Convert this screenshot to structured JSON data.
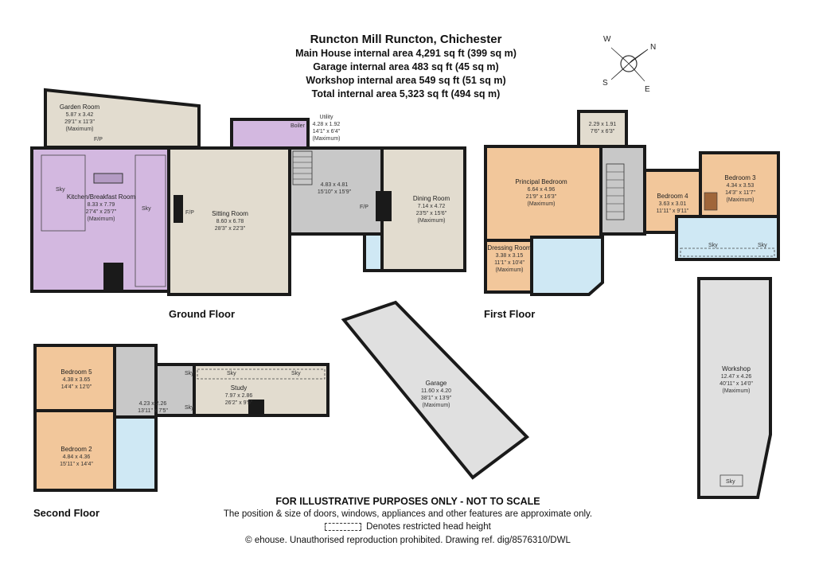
{
  "header": {
    "title": "Runcton Mill Runcton, Chichester",
    "lines": [
      "Main House internal area 4,291 sq ft (399 sq m)",
      "Garage internal area 483 sq ft (45 sq m)",
      "Workshop internal area 549 sq ft (51 sq m)",
      "Total internal area 5,323 sq ft (494 sq m)"
    ]
  },
  "compass": {
    "w": "W",
    "n": "N",
    "s": "S",
    "e": "E"
  },
  "floors": {
    "ground": "Ground Floor",
    "first": "First Floor",
    "second": "Second Floor"
  },
  "rooms": {
    "garden_room": {
      "name": "Garden Room",
      "metric": "5.87 x 3.42",
      "imperial": "29'1\" x 11'3\"",
      "note": "(Maximum)"
    },
    "kitchen": {
      "name": "Kitchen/Breakfast Room",
      "metric": "8.33 x 7.79",
      "imperial": "27'4\" x 25'7\"",
      "note": "(Maximum)"
    },
    "sitting": {
      "name": "Sitting Room",
      "metric": "8.60 x 6.78",
      "imperial": "28'3\" x 22'3\""
    },
    "utility": {
      "name": "Utility",
      "metric": "4.28 x 1.92",
      "imperial": "14'1\" x 6'4\"",
      "note": "(Maximum)"
    },
    "hall": {
      "metric": "4.83 x 4.81",
      "imperial": "15'10\" x 15'9\""
    },
    "dining": {
      "name": "Dining Room",
      "metric": "7.14 x 4.72",
      "imperial": "23'5\" x 15'6\"",
      "note": "(Maximum)"
    },
    "principal": {
      "name": "Principal Bedroom",
      "metric": "6.64 x 4.96",
      "imperial": "21'9\" x 16'3\"",
      "note": "(Maximum)"
    },
    "dressing": {
      "name": "Dressing Room",
      "metric": "3.38 x 3.15",
      "imperial": "11'1\" x 10'4\"",
      "note": "(Maximum)"
    },
    "landing_small": {
      "metric": "2.29 x 1.91",
      "imperial": "7'6\" x 6'3\""
    },
    "bedroom3": {
      "name": "Bedroom 3",
      "metric": "4.34 x 3.53",
      "imperial": "14'3\" x 11'7\"",
      "note": "(Maximum)"
    },
    "bedroom4": {
      "name": "Bedroom 4",
      "metric": "3.63 x 3.01",
      "imperial": "11'11\" x 9'11\""
    },
    "bedroom5": {
      "name": "Bedroom 5",
      "metric": "4.38 x 3.65",
      "imperial": "14'4\" x 12'0\""
    },
    "bedroom2": {
      "name": "Bedroom 2",
      "metric": "4.84 x 4.36",
      "imperial": "15'11\" x 14'4\""
    },
    "landing2": {
      "metric": "4.23 x 2.26",
      "imperial": "13'11\" x 7'5\""
    },
    "study": {
      "name": "Study",
      "metric": "7.97 x 2.86",
      "imperial": "26'2\" x 9'5\""
    },
    "garage": {
      "name": "Garage",
      "metric": "11.60 x 4.20",
      "imperial": "38'1\" x 13'9\"",
      "note": "(Maximum)"
    },
    "workshop": {
      "name": "Workshop",
      "metric": "12.47 x 4.26",
      "imperial": "40'11\" x 14'0\"",
      "note": "(Maximum)"
    }
  },
  "labels": {
    "sky": "Sky",
    "fp": "F/P",
    "boiler": "Boiler"
  },
  "footer": {
    "line1": "FOR ILLUSTRATIVE PURPOSES ONLY - NOT TO SCALE",
    "line2": "The position & size of doors, windows, appliances and other features are approximate only.",
    "line3": "Denotes restricted head height",
    "line4": "ehouse. Unauthorised reproduction prohibited. Drawing ref. dig/8576310/DWL",
    "copyright_symbol": "©"
  },
  "colors": {
    "reception": "#e2dccf",
    "kitchen": "#d3b8e0",
    "hall": "#c8c8c8",
    "bedroom": "#f2c79b",
    "bathroom": "#cfe8f4",
    "garage": "#e0e0e0",
    "wall": "#1a1a1a"
  }
}
